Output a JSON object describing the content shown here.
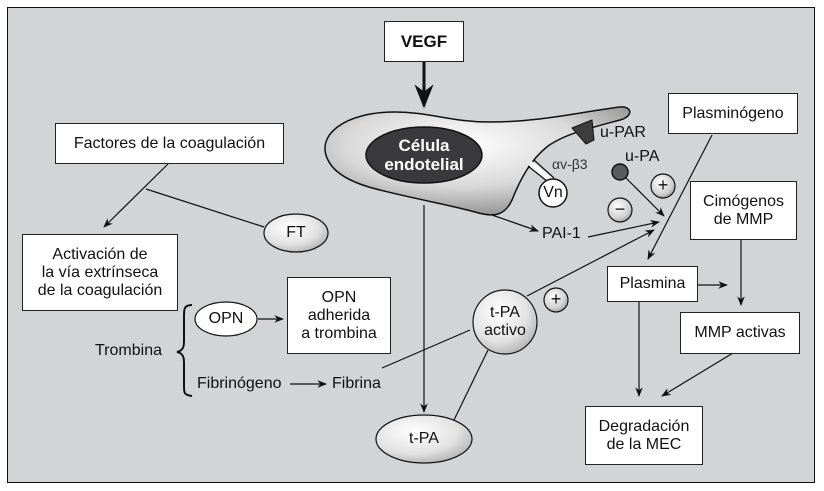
{
  "diagram": {
    "nodes": {
      "vegf": "VEGF",
      "celula_line1": "Célula",
      "celula_line2": "endotelial",
      "u_par": "u-PAR",
      "u_pa": "u-PA",
      "alpha_v_beta3": "αv-β3",
      "vn": "Vn",
      "plasminogeno": "Plasminógeno",
      "factores": "Factores de la coagulación",
      "ft": "FT",
      "activacion_line1": "Activación de",
      "activacion_line2": "la vía extrínseca",
      "activacion_line3": "de la coagulación",
      "cimogenos_line1": "Cimógenos",
      "cimogenos_line2": "de MMP",
      "pai1": "PAI-1",
      "plasmina": "Plasmina",
      "opn": "OPN",
      "opn_adherida_line1": "OPN",
      "opn_adherida_line2": "adherida",
      "opn_adherida_line3": "a trombina",
      "tpa_activo_line1": "t-PA",
      "tpa_activo_line2": "activo",
      "trombina": "Trombina",
      "fibrinogeno": "Fibrinógeno",
      "fibrina": "Fibrina",
      "mmp_activas": "MMP activas",
      "tpa": "t-PA",
      "degradacion_line1": "Degradación",
      "degradacion_line2": "de la MEC",
      "plus_sign": "+",
      "minus_sign": "−"
    },
    "edges": [
      {
        "from": "VEGF",
        "to": "Célula endotelial",
        "type": "arrow"
      },
      {
        "from": "Factores de la coagulación",
        "to": "Activación de la vía extrínseca de la coagulación",
        "type": "arrow"
      },
      {
        "from": "FT",
        "to": "Factores de la coagulación edge",
        "type": "line"
      },
      {
        "from": "Célula endotelial",
        "to": "PAI-1",
        "type": "arrow"
      },
      {
        "from": "Célula endotelial",
        "to": "t-PA",
        "type": "arrow"
      },
      {
        "from": "u-PA",
        "to": "Plasminógeno→Plasmina",
        "type": "arrow"
      },
      {
        "from": "PAI-1",
        "to": "Plasminógeno→Plasmina",
        "type": "arrow"
      },
      {
        "from": "t-PA activo",
        "to": "Plasminógeno→Plasmina",
        "type": "arrow"
      },
      {
        "from": "Plasminógeno",
        "to": "Plasmina",
        "type": "arrow"
      },
      {
        "from": "Plasmina",
        "to": "Cimógenos de MMP→MMP activas",
        "type": "arrow"
      },
      {
        "from": "Cimógenos de MMP",
        "to": "MMP activas",
        "type": "arrow"
      },
      {
        "from": "Plasmina",
        "to": "Degradación de la MEC",
        "type": "arrow"
      },
      {
        "from": "MMP activas",
        "to": "Degradación de la MEC",
        "type": "arrow"
      },
      {
        "from": "OPN",
        "to": "OPN adherida a trombina",
        "type": "arrow"
      },
      {
        "from": "Fibrinógeno",
        "to": "Fibrina",
        "type": "arrow"
      },
      {
        "from": "Fibrina",
        "to": "t-PA activo",
        "type": "line"
      },
      {
        "from": "t-PA",
        "to": "t-PA activo",
        "type": "line"
      }
    ]
  },
  "colors": {
    "background": "#d3d4d6",
    "box_fill": "#ffffff",
    "nucleus_fill": "#3a3a3c",
    "u_par_fill": "#3d3d3d",
    "stroke": "#111111"
  }
}
